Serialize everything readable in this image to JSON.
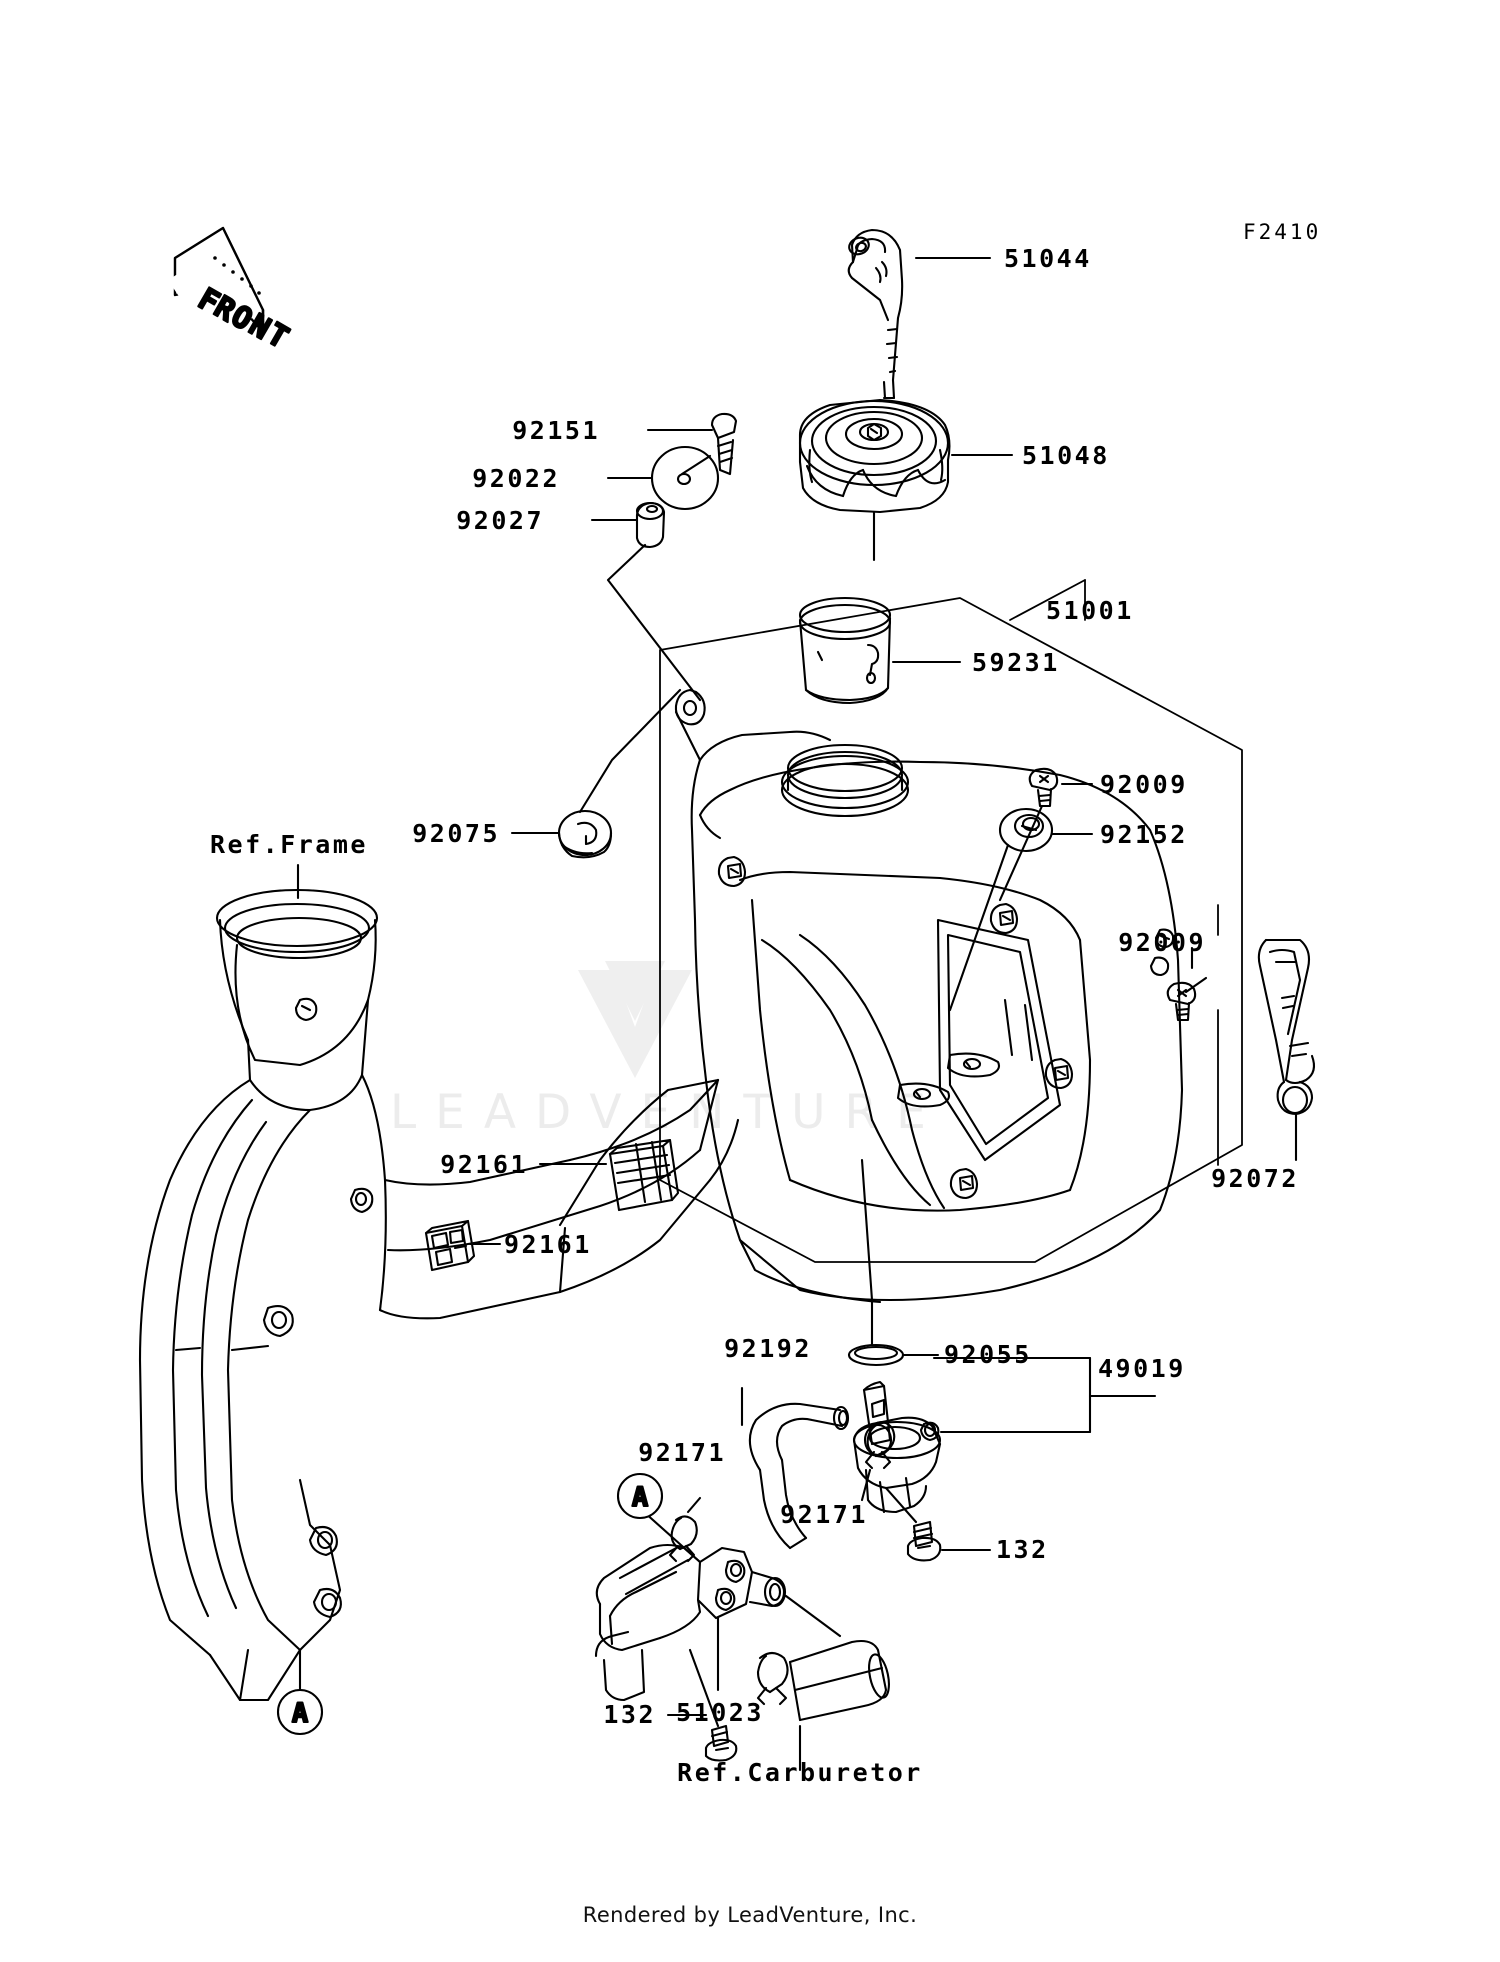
{
  "diagram": {
    "code": "F2410",
    "orientation_marker": "FRONT",
    "footer": "Rendered by LeadVenture, Inc.",
    "watermark": "LEADVENTURE",
    "callout_markers": [
      "A",
      "A"
    ],
    "references": [
      {
        "id": "ref-frame",
        "label": "Ref.Frame"
      },
      {
        "id": "ref-carburetor",
        "label": "Ref.Carburetor"
      }
    ]
  },
  "parts": [
    {
      "id": "p-51044",
      "number": "51044",
      "name": "breather-hose"
    },
    {
      "id": "p-92151",
      "number": "92151",
      "name": "bolt-flanged"
    },
    {
      "id": "p-51048",
      "number": "51048",
      "name": "fuel-tank-cap"
    },
    {
      "id": "p-92022",
      "number": "92022",
      "name": "washer"
    },
    {
      "id": "p-92027",
      "number": "92027",
      "name": "collar"
    },
    {
      "id": "p-51001",
      "number": "51001",
      "name": "fuel-tank"
    },
    {
      "id": "p-59231",
      "number": "59231",
      "name": "fuel-filter-screen"
    },
    {
      "id": "p-92009",
      "number": "92009",
      "name": "screw"
    },
    {
      "id": "p-92152",
      "number": "92152",
      "name": "collar"
    },
    {
      "id": "p-92009b",
      "number": "92009",
      "name": "screw"
    },
    {
      "id": "p-92072",
      "number": "92072",
      "name": "band"
    },
    {
      "id": "p-92075",
      "number": "92075",
      "name": "damper"
    },
    {
      "id": "p-92161a",
      "number": "92161",
      "name": "damper-ribbed"
    },
    {
      "id": "p-92161b",
      "number": "92161",
      "name": "damper-clip"
    },
    {
      "id": "p-92192",
      "number": "92192",
      "name": "fuel-hose"
    },
    {
      "id": "p-92055",
      "number": "92055",
      "name": "o-ring"
    },
    {
      "id": "p-49019",
      "number": "49019",
      "name": "fuel-filter-assembly"
    },
    {
      "id": "p-132",
      "number": "132",
      "name": "bolt"
    },
    {
      "id": "p-92171a",
      "number": "92171",
      "name": "clamp"
    },
    {
      "id": "p-92171b",
      "number": "92171",
      "name": "clamp"
    },
    {
      "id": "p-51023",
      "number": "51023",
      "name": "fuel-tap"
    },
    {
      "id": "p-132b",
      "number": "132",
      "name": "bolt"
    }
  ]
}
